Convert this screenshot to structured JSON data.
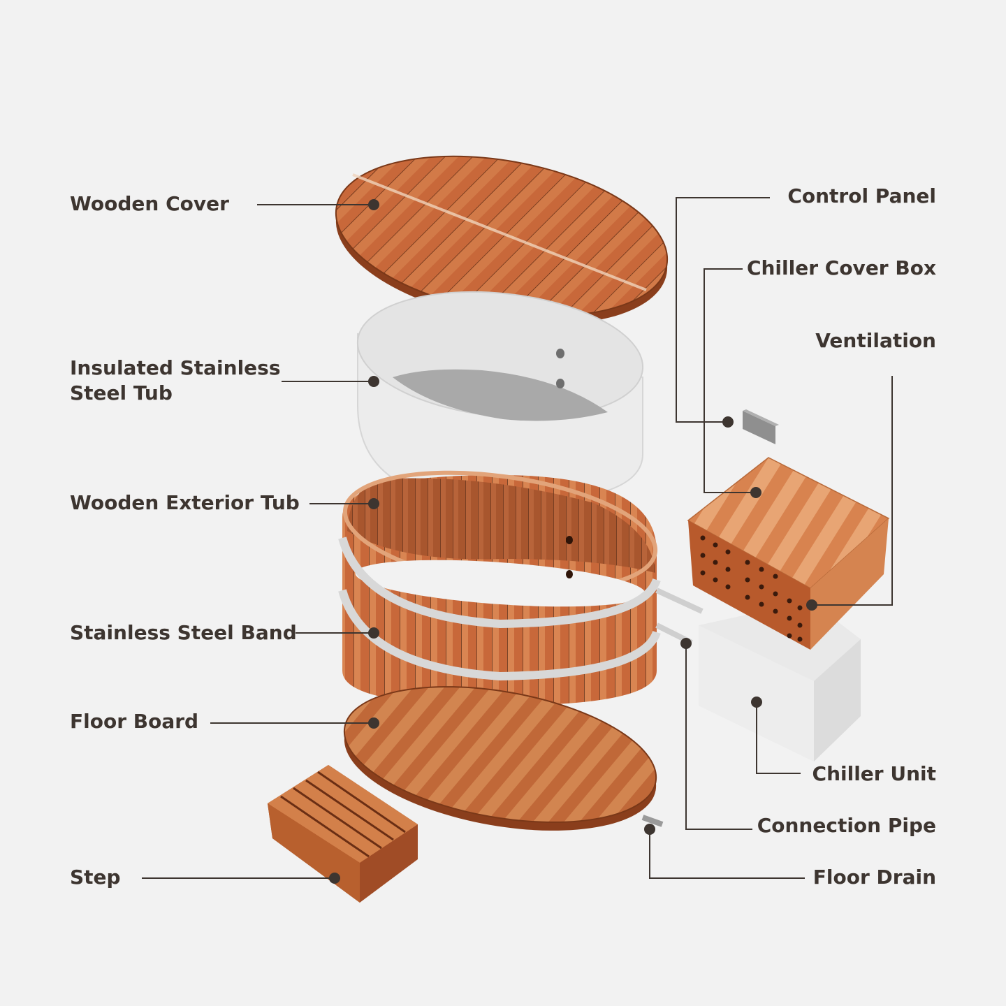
{
  "labels_left": {
    "wooden_cover": "Wooden Cover",
    "insulated_tub_line1": "Insulated Stainless",
    "insulated_tub_line2": "Steel Tub",
    "wooden_exterior_tub": "Wooden Exterior Tub",
    "steel_band": "Stainless Steel Band",
    "floor_board": "Floor Board",
    "step": "Step"
  },
  "labels_right": {
    "control_panel": "Control Panel",
    "chiller_cover_box": "Chiller Cover Box",
    "ventilation": "Ventilation",
    "chiller_unit": "Chiller Unit",
    "connection_pipe": "Connection Pipe",
    "floor_drain": "Floor Drain"
  },
  "colors": {
    "background": "#f2f2f2",
    "wood": "#c8683a",
    "wood_dark": "#9a4a24",
    "wood_light": "#e3a070",
    "steel": "#e6e6e6",
    "leader": "#3d3530"
  }
}
